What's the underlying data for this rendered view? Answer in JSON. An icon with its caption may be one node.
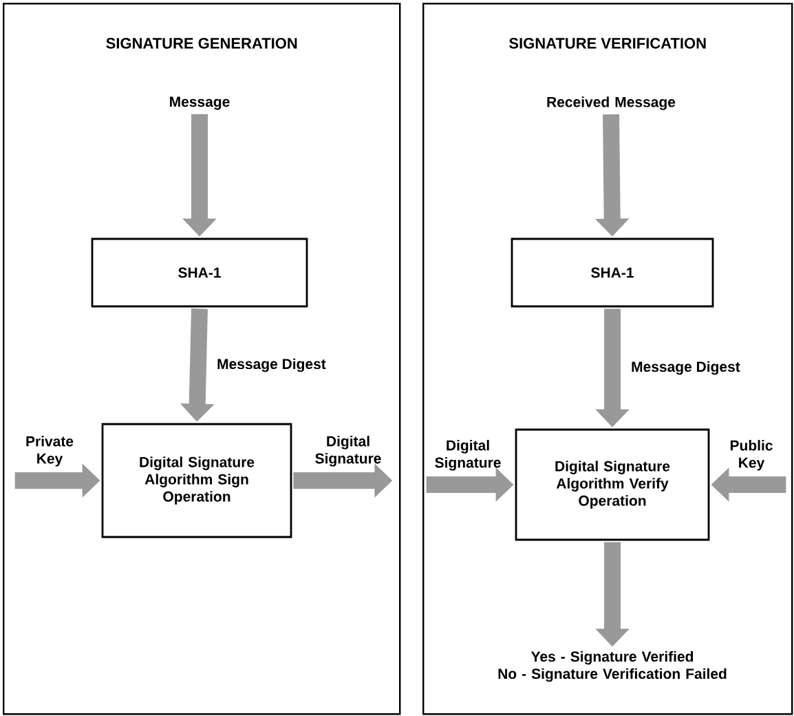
{
  "diagram": {
    "nodes": [
      {
        "text": [
          "SIGNATURE GENERATION"
        ]
      },
      {
        "text": [
          "Message"
        ],
        "in": 0
      },
      {
        "text": [
          "SHA-1"
        ],
        "in": 0
      },
      {
        "text": [
          "Digital Signature Algorithm Sign Operation"
        ],
        "in": 0
      },
      {
        "text": [
          "Private Key"
        ],
        "in": 0
      },
      {
        "text": [
          "Digital Signature"
        ],
        "in": 0
      },
      {
        "text": [
          "SIGNATURE VERIFICATION"
        ]
      },
      {
        "text": [
          "Received Message"
        ],
        "in": 6
      },
      {
        "text": [
          "SHA-1"
        ],
        "in": 6
      },
      {
        "text": [
          "Digital Signature Algorithm Verify Operation"
        ],
        "in": 6
      },
      {
        "text": [
          "Digital Signature"
        ],
        "in": 6
      },
      {
        "text": [
          "Public Key"
        ],
        "in": 6
      },
      {
        "text": [
          "Yes - Signature Verified",
          "No - Signature Verification Failed"
        ],
        "in": 6
      }
    ],
    "edges": [
      {
        "from": 1,
        "to": 2,
        "arrow": "to"
      },
      {
        "from": 2,
        "to": 3,
        "arrow": "to",
        "label": "Message Digest"
      },
      {
        "from": 4,
        "to": 3,
        "arrow": "to"
      },
      {
        "from": 3,
        "to": 5,
        "arrow": "to"
      },
      {
        "from": 7,
        "to": 8,
        "arrow": "to"
      },
      {
        "from": 8,
        "to": 9,
        "arrow": "to",
        "label": "Message Digest"
      },
      {
        "from": 10,
        "to": 9,
        "arrow": "to"
      },
      {
        "from": 11,
        "to": 9,
        "arrow": "to"
      },
      {
        "from": 9,
        "to": 12,
        "arrow": "to"
      }
    ]
  }
}
